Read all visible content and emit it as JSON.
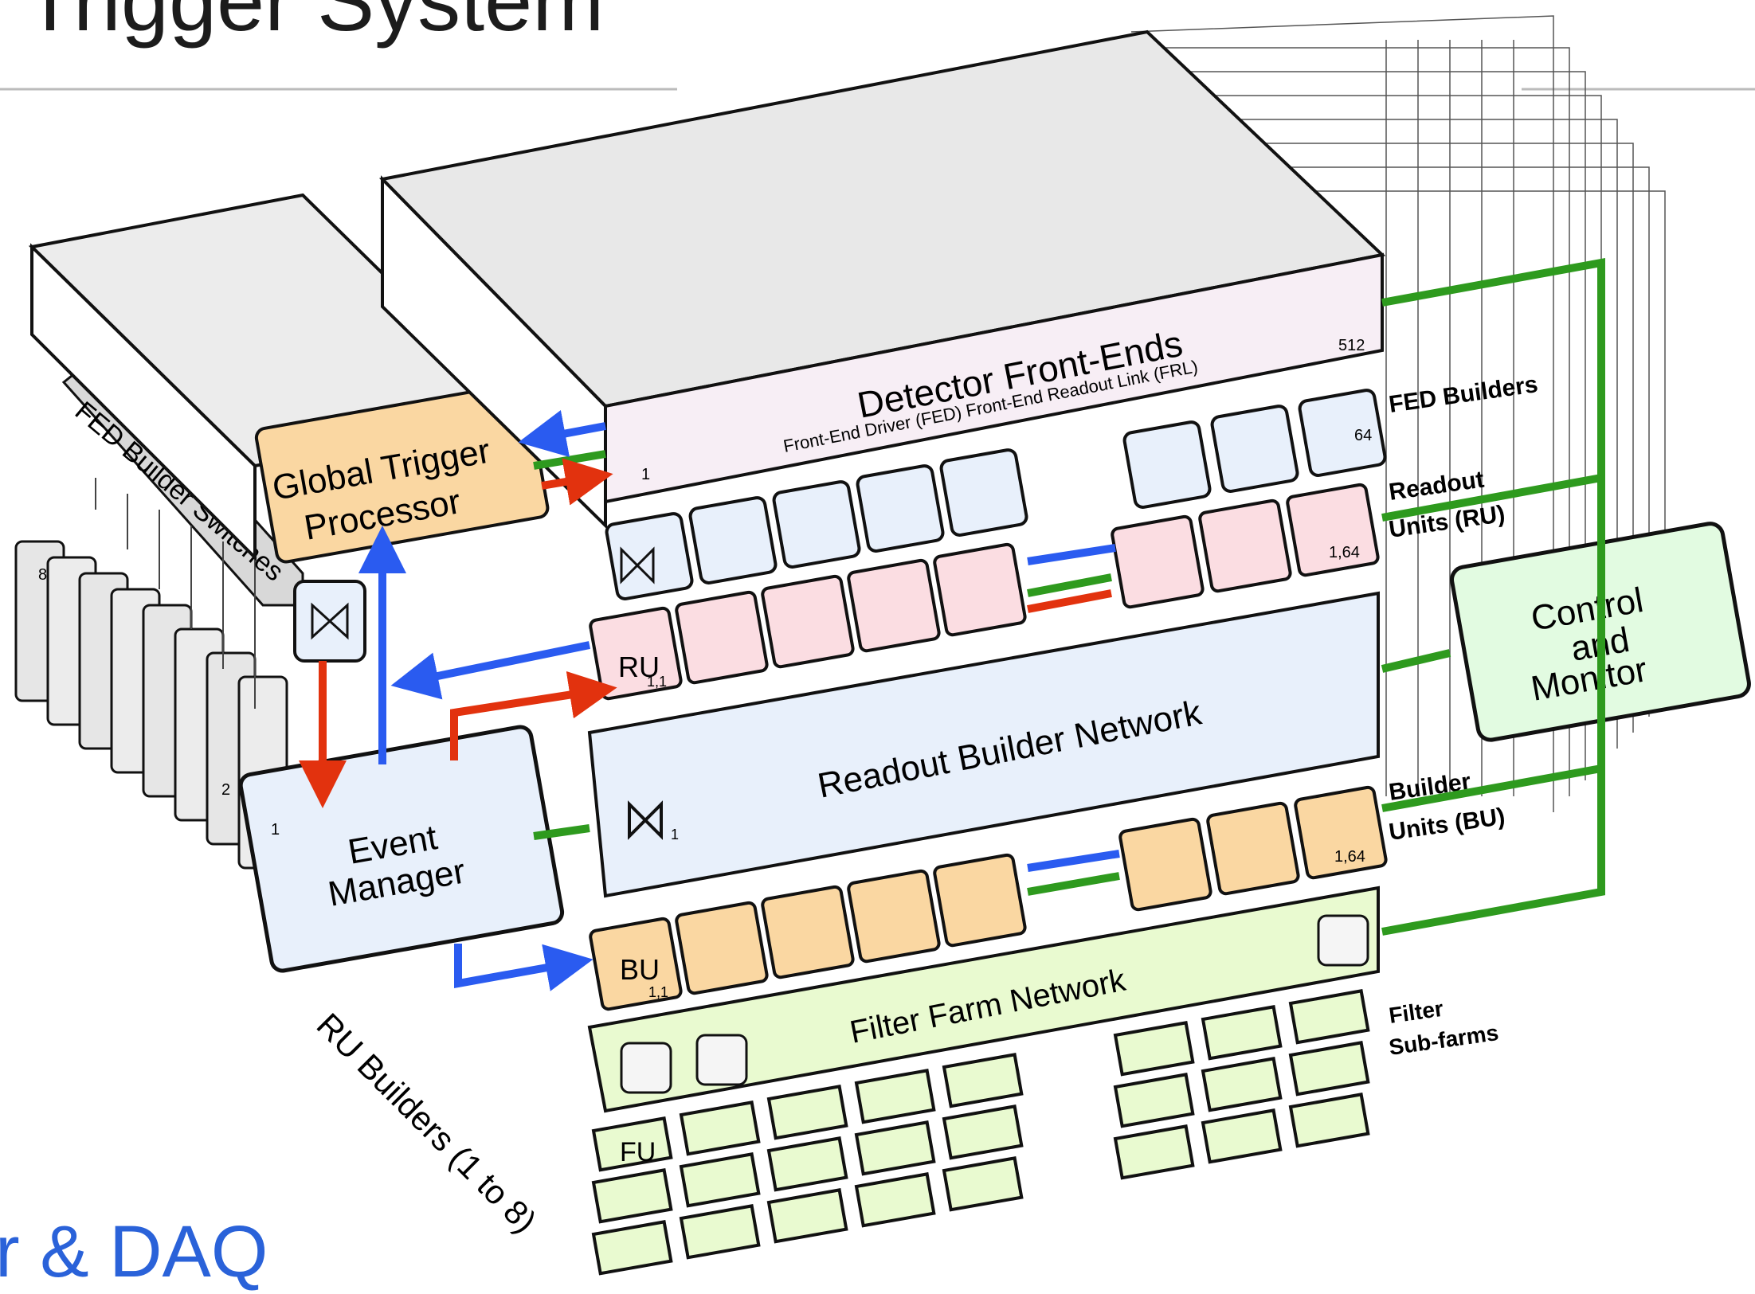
{
  "slide": {
    "title": "Trigger System",
    "footer": "r & DAQ"
  },
  "diagram": {
    "detector_title": "Detector Front-Ends",
    "detector_sub": "Front-End Driver (FED) Front-End Readout Link (FRL)",
    "detector_idx_start": "1",
    "detector_idx_end": "512",
    "gtp_line1": "Global Trigger",
    "gtp_line2": "Processor",
    "fed_switches": "FED Builder Switches",
    "fed_builders": "FED Builders",
    "fed_idx_64": "64",
    "readout_units_1": "Readout",
    "readout_units_2": "Units (RU)",
    "ru_label": "RU",
    "ru_sub": "1,1",
    "ru_last_sub": "1,64",
    "rbn_title": "Readout Builder Network",
    "rbn_sub": "1",
    "switch_sub": "1",
    "em_line1": "Event",
    "em_line2": "Manager",
    "em_idx_1": "1",
    "em_idx_2": "2",
    "stack_idx_8": "8",
    "builder_units_1": "Builder",
    "builder_units_2": "Units (BU)",
    "bu_label": "BU",
    "bu_sub": "1,1",
    "bu_last_sub": "1,64",
    "ffn_title": "Filter Farm Network",
    "filter_1": "Filter",
    "filter_2": "Sub-farms",
    "fu_label": "FU",
    "ru_builders": "RU Builders (1 to 8)",
    "cm_line1": "Control",
    "cm_line2": "and",
    "cm_line3": "Monitor",
    "colors": {
      "blue_arrow": "#2a5bf0",
      "green_line": "#2e9a1e",
      "red_arrow": "#e2320e",
      "gtp_fill": "#fad7a2",
      "ru_fill": "#fbdde2",
      "fed_fill": "#e8f0fb",
      "bu_fill": "#fad7a2",
      "fu_fill": "#e9fad0",
      "cm_fill": "#e2fbe1",
      "rbn_fill": "#e8f0fb",
      "detector_fill": "#f7eef5"
    }
  }
}
